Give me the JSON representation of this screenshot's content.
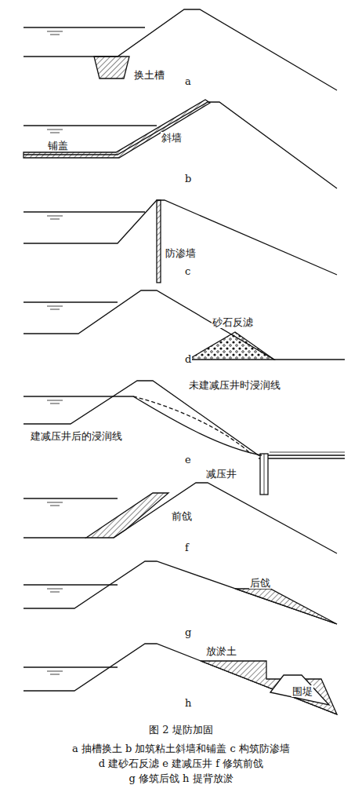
{
  "diagram": {
    "caption": "图 2 堤防加固",
    "labels": [
      "a",
      "换土槽",
      "铺盖",
      "斜墙",
      "b",
      "防渗墙",
      "c",
      "砂石反滤",
      "d",
      "未建减压井时浸润线",
      "建减压井后的浸润线",
      "减压井",
      "e",
      "前戗",
      "f",
      "后戗",
      "g",
      "放淤土",
      "围堤",
      "h",
      "a 抽槽换土 b 加筑粘土斜墙和铺盖 c 构筑防渗墙",
      "d 建砂石反滤 e 建减压井 f 修筑前戗",
      "g 修筑后戗 h 提背放淤"
    ]
  }
}
